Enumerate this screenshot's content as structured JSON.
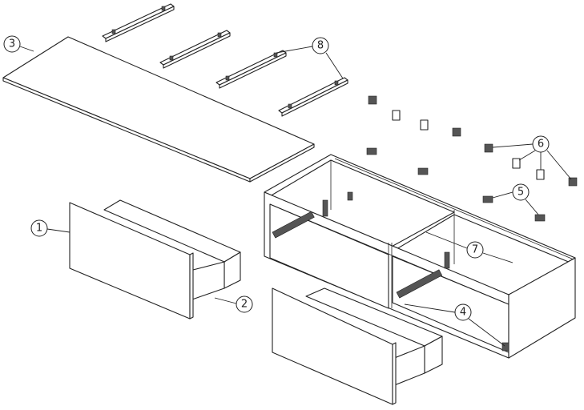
{
  "diagram": {
    "type": "exploded assembly view",
    "callouts": [
      {
        "id": "1",
        "label": "1"
      },
      {
        "id": "2",
        "label": "2"
      },
      {
        "id": "3",
        "label": "3"
      },
      {
        "id": "4",
        "label": "4"
      },
      {
        "id": "5",
        "label": "5"
      },
      {
        "id": "6",
        "label": "6"
      },
      {
        "id": "7",
        "label": "7"
      },
      {
        "id": "8",
        "label": "8"
      }
    ],
    "colors": {
      "line": "#222222",
      "background": "#ffffff"
    }
  }
}
